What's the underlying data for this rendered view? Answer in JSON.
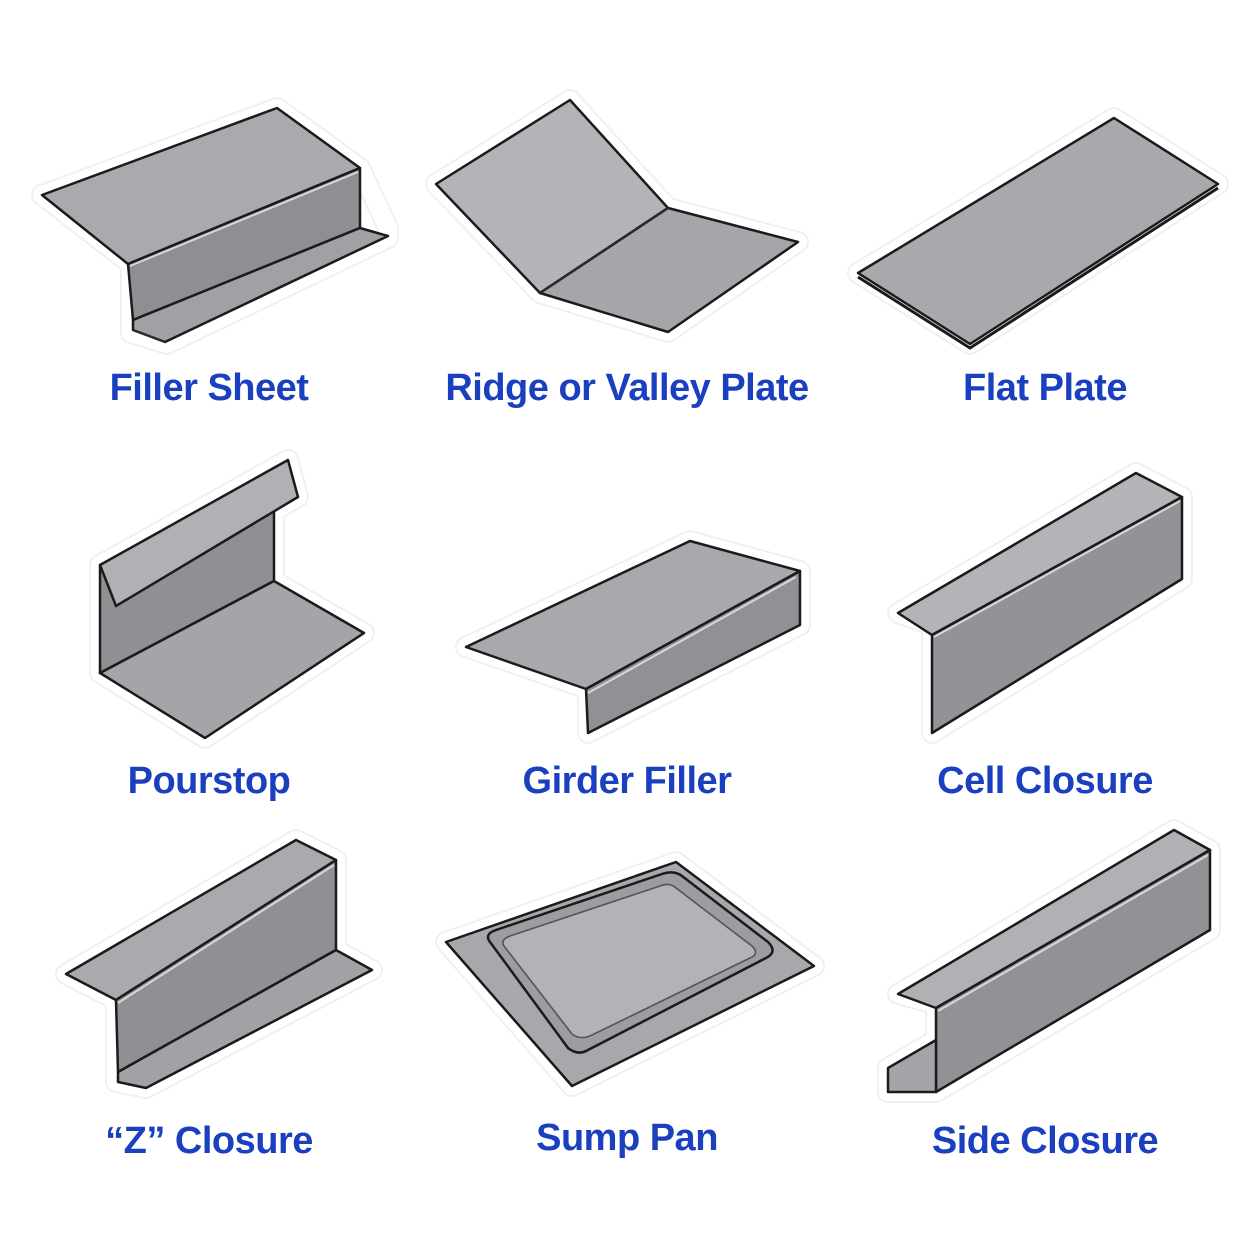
{
  "items": [
    {
      "label": "Filler Sheet"
    },
    {
      "label": "Ridge or Valley Plate"
    },
    {
      "label": "Flat Plate"
    },
    {
      "label": "Pourstop"
    },
    {
      "label": "Girder Filler"
    },
    {
      "label": "Cell Closure"
    },
    {
      "label": "“Z” Closure"
    },
    {
      "label": "Sump Pan"
    },
    {
      "label": "Side Closure"
    }
  ],
  "colors": {
    "label_text": "#1a3fbf",
    "metal_light": "#b9babc",
    "metal_mid": "#a3a4a7",
    "metal_dark": "#8b8c8f",
    "outline": "#1b1b1b",
    "background": "#ffffff"
  }
}
